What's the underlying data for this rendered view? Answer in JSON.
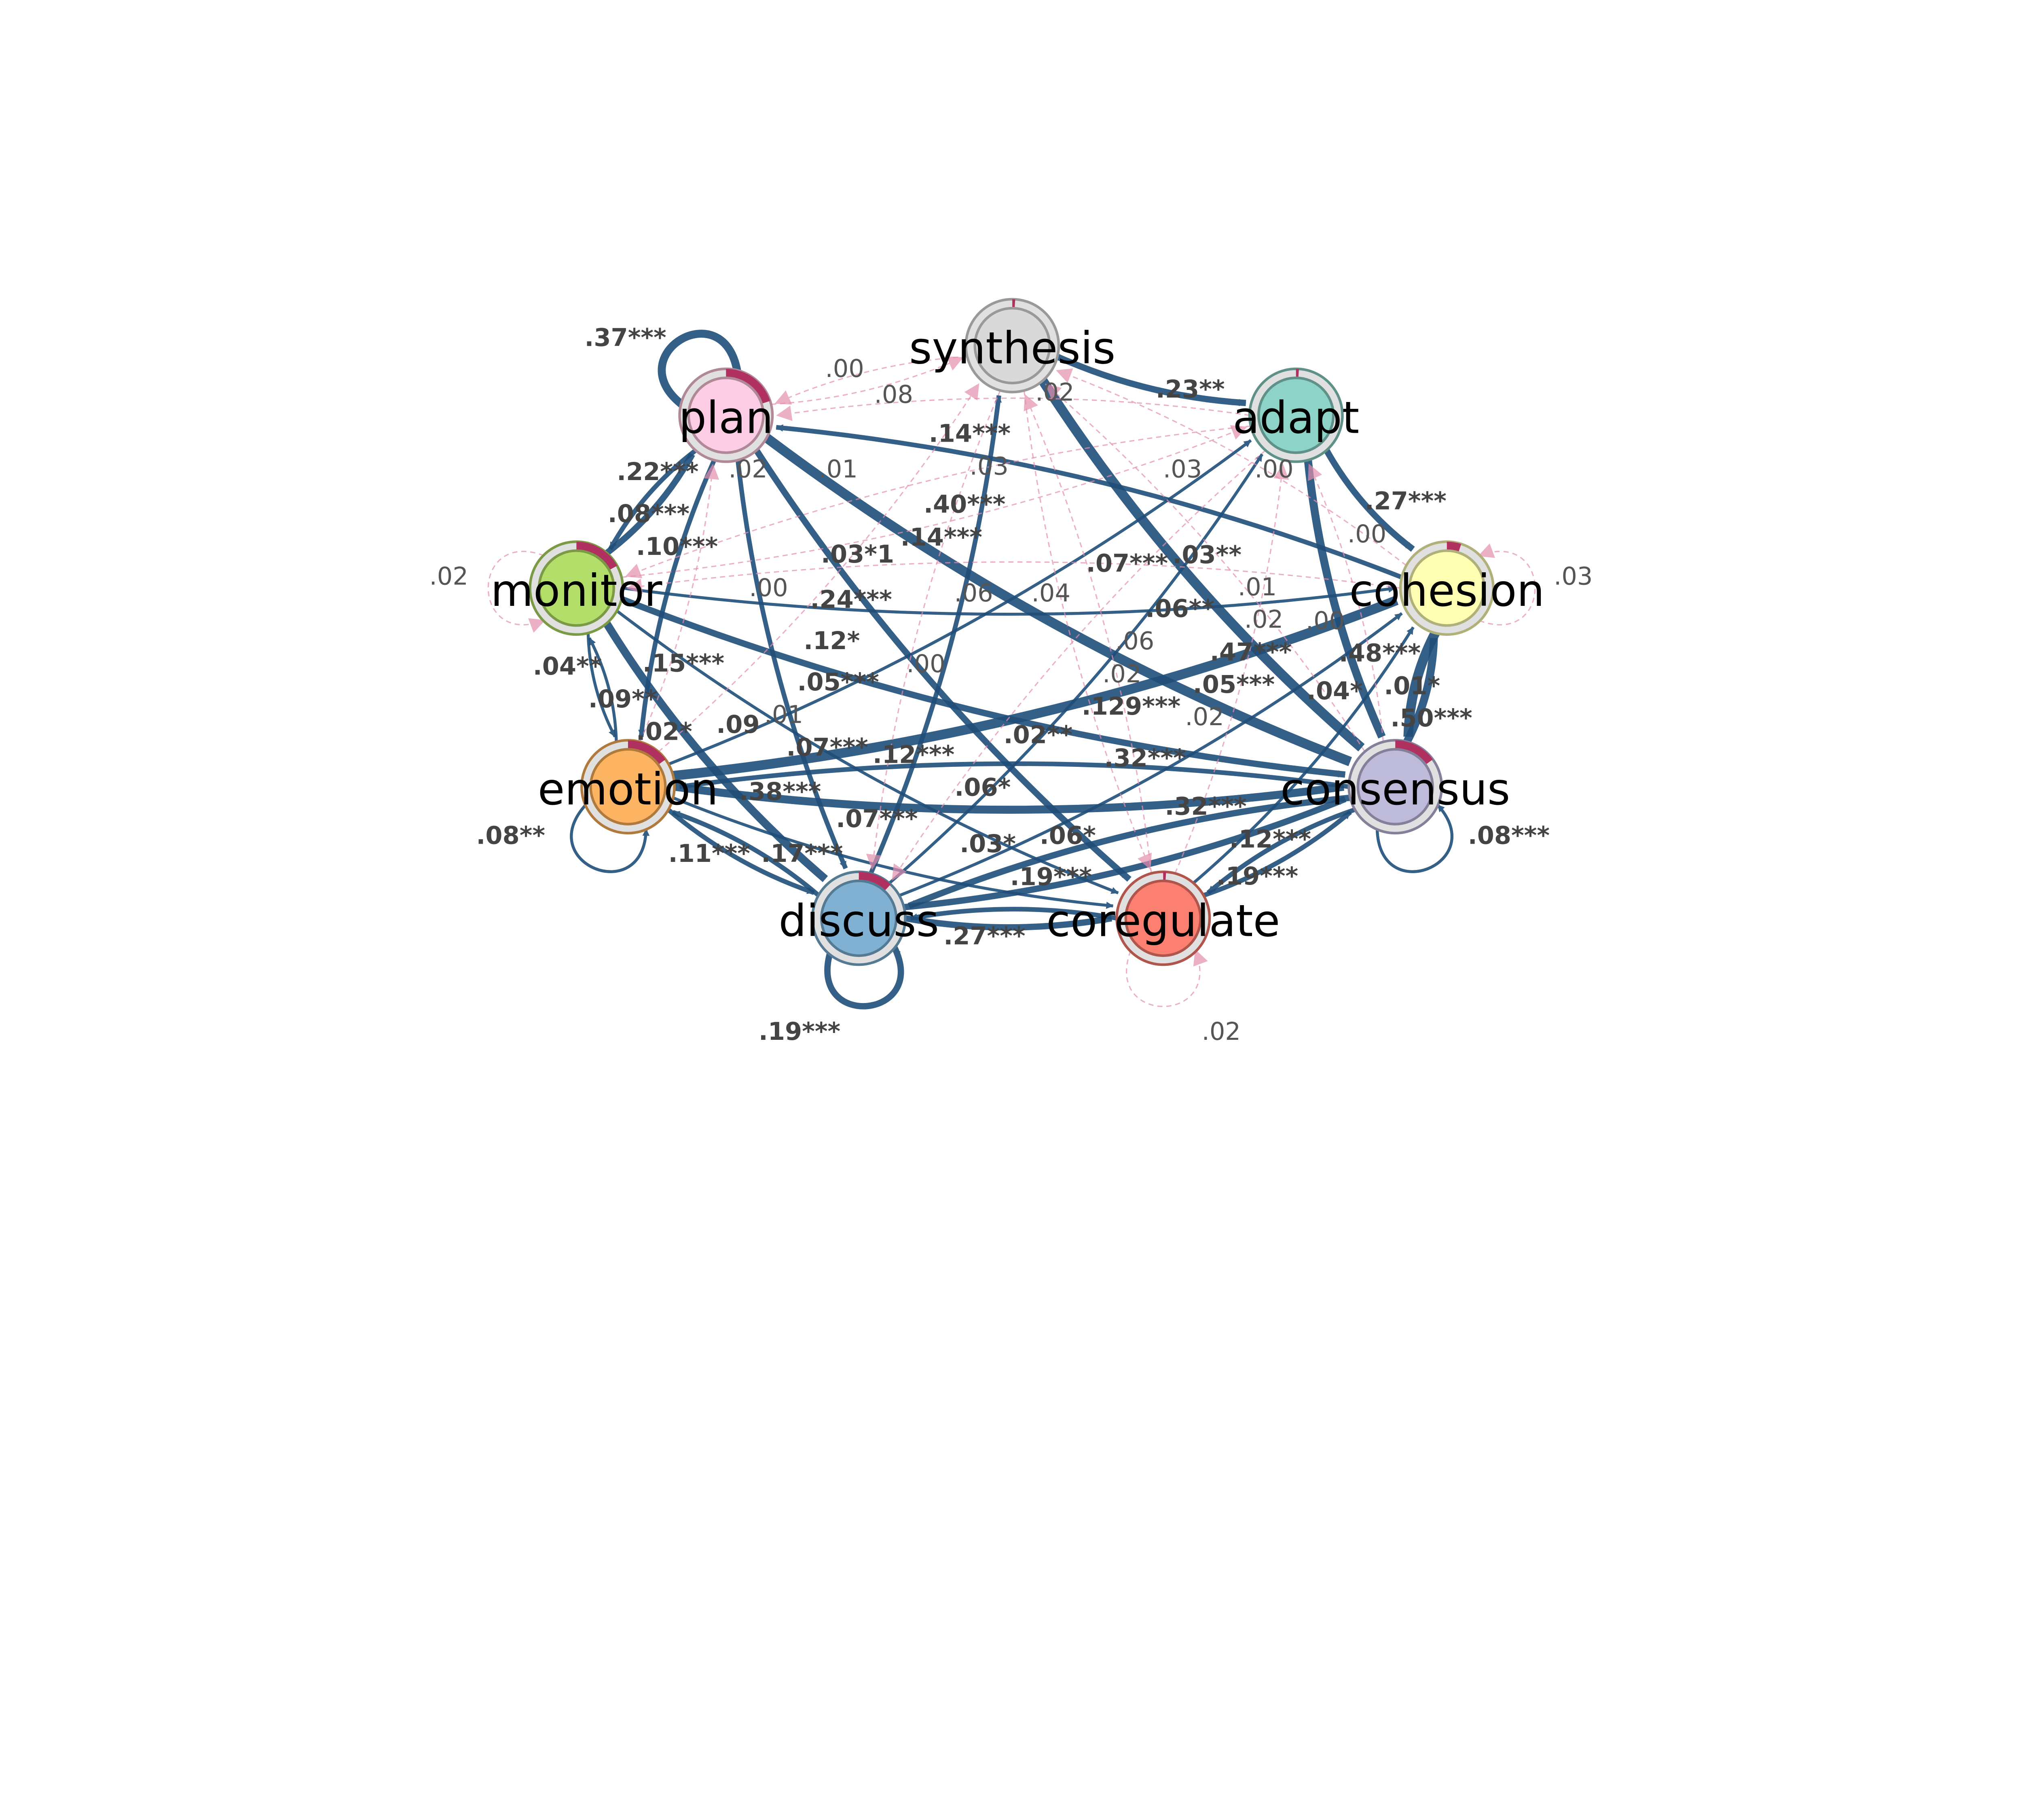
{
  "colors": {
    "strong_edge": "#1f4e79",
    "weak_edge": "#e58fae",
    "pie_arc": "#b03060",
    "ring": "#e0e0e0"
  },
  "nodes": [
    {
      "id": "synthesis",
      "label": "synthesis",
      "fill": "#d9d9d9",
      "border": "#999999",
      "pie": 0.01
    },
    {
      "id": "plan",
      "label": "plan",
      "fill": "#fccde5",
      "border": "#b08898",
      "pie": 0.2
    },
    {
      "id": "adapt",
      "label": "adapt",
      "fill": "#8dd3c7",
      "border": "#5f9189",
      "pie": 0.01
    },
    {
      "id": "monitor",
      "label": "monitor",
      "fill": "#b3de69",
      "border": "#7b9a45",
      "pie": 0.17
    },
    {
      "id": "cohesion",
      "label": "cohesion",
      "fill": "#ffffb3",
      "border": "#b0b07a",
      "pie": 0.05
    },
    {
      "id": "emotion",
      "label": "emotion",
      "fill": "#fdb462",
      "border": "#b07a3c",
      "pie": 0.15
    },
    {
      "id": "consensus",
      "label": "consensus",
      "fill": "#bebada",
      "border": "#84809a",
      "pie": 0.15
    },
    {
      "id": "discuss",
      "label": "discuss",
      "fill": "#80b1d3",
      "border": "#557a93",
      "pie": 0.12
    },
    {
      "id": "coregulate",
      "label": "coregulate",
      "fill": "#fb8072",
      "border": "#b0554c",
      "pie": 0.01
    }
  ],
  "edges": [
    {
      "from": "plan",
      "to": "plan",
      "w": 4,
      "sig": true
    },
    {
      "from": "emotion",
      "to": "emotion",
      "w": 1,
      "sig": true
    },
    {
      "from": "consensus",
      "to": "consensus",
      "w": 1,
      "sig": true
    },
    {
      "from": "discuss",
      "to": "discuss",
      "w": 3,
      "sig": true
    },
    {
      "from": "monitor",
      "to": "monitor",
      "w": 1,
      "sig": false
    },
    {
      "from": "cohesion",
      "to": "cohesion",
      "w": 1,
      "sig": false
    },
    {
      "from": "coregulate",
      "to": "coregulate",
      "w": 1,
      "sig": false
    },
    {
      "from": "synthesis",
      "to": "adapt",
      "w": 3,
      "sig": true
    },
    {
      "from": "adapt",
      "to": "cohesion",
      "w": 3,
      "sig": true
    },
    {
      "from": "cohesion",
      "to": "consensus",
      "w": 5,
      "sig": true
    },
    {
      "from": "consensus",
      "to": "cohesion",
      "w": 4,
      "sig": true
    },
    {
      "from": "plan",
      "to": "consensus",
      "w": 5,
      "sig": true
    },
    {
      "from": "cohesion",
      "to": "plan",
      "w": 2,
      "sig": true
    },
    {
      "from": "synthesis",
      "to": "consensus",
      "w": 5,
      "sig": true
    },
    {
      "from": "adapt",
      "to": "consensus",
      "w": 4,
      "sig": true
    },
    {
      "from": "monitor",
      "to": "plan",
      "w": 3,
      "sig": true
    },
    {
      "from": "plan",
      "to": "monitor",
      "w": 2,
      "sig": true
    },
    {
      "from": "emotion",
      "to": "consensus",
      "w": 4,
      "sig": true
    },
    {
      "from": "consensus",
      "to": "emotion",
      "w": 2,
      "sig": true
    },
    {
      "from": "emotion",
      "to": "cohesion",
      "w": 5,
      "sig": true
    },
    {
      "from": "monitor",
      "to": "discuss",
      "w": 4,
      "sig": true
    },
    {
      "from": "emotion",
      "to": "discuss",
      "w": 2,
      "sig": true
    },
    {
      "from": "discuss",
      "to": "emotion",
      "w": 2,
      "sig": true
    },
    {
      "from": "discuss",
      "to": "coregulate",
      "w": 3,
      "sig": true
    },
    {
      "from": "coregulate",
      "to": "discuss",
      "w": 2,
      "sig": true
    },
    {
      "from": "consensus",
      "to": "coregulate",
      "w": 2,
      "sig": true
    },
    {
      "from": "coregulate",
      "to": "consensus",
      "w": 2,
      "sig": true
    },
    {
      "from": "discuss",
      "to": "consensus",
      "w": 3,
      "sig": true
    },
    {
      "from": "consensus",
      "to": "discuss",
      "w": 3,
      "sig": true
    },
    {
      "from": "plan",
      "to": "coregulate",
      "w": 3,
      "sig": true
    },
    {
      "from": "plan",
      "to": "emotion",
      "w": 2,
      "sig": true
    },
    {
      "from": "monitor",
      "to": "emotion",
      "w": 1,
      "sig": true
    },
    {
      "from": "emotion",
      "to": "monitor",
      "w": 1,
      "sig": true
    },
    {
      "from": "monitor",
      "to": "consensus",
      "w": 3,
      "sig": true
    },
    {
      "from": "plan",
      "to": "discuss",
      "w": 2,
      "sig": true
    },
    {
      "from": "discuss",
      "to": "synthesis",
      "w": 2,
      "sig": true
    },
    {
      "from": "emotion",
      "to": "adapt",
      "w": 1,
      "sig": true
    },
    {
      "from": "discuss",
      "to": "adapt",
      "w": 1,
      "sig": true
    },
    {
      "from": "monitor",
      "to": "cohesion",
      "w": 1,
      "sig": true
    },
    {
      "from": "discuss",
      "to": "cohesion",
      "w": 1,
      "sig": true
    },
    {
      "from": "coregulate",
      "to": "cohesion",
      "w": 1,
      "sig": true
    },
    {
      "from": "emotion",
      "to": "coregulate",
      "w": 1,
      "sig": true
    },
    {
      "from": "monitor",
      "to": "coregulate",
      "w": 1,
      "sig": true
    },
    {
      "from": "plan",
      "to": "synthesis",
      "w": 1,
      "sig": false
    },
    {
      "from": "synthesis",
      "to": "plan",
      "w": 1,
      "sig": false
    },
    {
      "from": "adapt",
      "to": "plan",
      "w": 1,
      "sig": false
    },
    {
      "from": "emotion",
      "to": "synthesis",
      "w": 1,
      "sig": false
    },
    {
      "from": "consensus",
      "to": "synthesis",
      "w": 1,
      "sig": false
    },
    {
      "from": "coregulate",
      "to": "synthesis",
      "w": 1,
      "sig": false
    },
    {
      "from": "cohesion",
      "to": "synthesis",
      "w": 1,
      "sig": false
    },
    {
      "from": "consensus",
      "to": "adapt",
      "w": 1,
      "sig": false
    },
    {
      "from": "coregulate",
      "to": "adapt",
      "w": 1,
      "sig": false
    },
    {
      "from": "monitor",
      "to": "adapt",
      "w": 1,
      "sig": false
    },
    {
      "from": "emotion",
      "to": "plan",
      "w": 1,
      "sig": false
    },
    {
      "from": "synthesis",
      "to": "discuss",
      "w": 1,
      "sig": false
    },
    {
      "from": "synthesis",
      "to": "coregulate",
      "w": 1,
      "sig": false
    },
    {
      "from": "adapt",
      "to": "discuss",
      "w": 1,
      "sig": false
    },
    {
      "from": "cohesion",
      "to": "monitor",
      "w": 1,
      "sig": false
    },
    {
      "from": "adapt",
      "to": "monitor",
      "w": 1,
      "sig": false
    }
  ],
  "edge_labels": [
    {
      "text": ".37***",
      "sig": true
    },
    {
      "text": ".00",
      "sig": false
    },
    {
      "text": ".08",
      "sig": false
    },
    {
      "text": ".02",
      "sig": false
    },
    {
      "text": ".23**",
      "sig": true
    },
    {
      "text": ".14***",
      "sig": true
    },
    {
      "text": ".03",
      "sig": false
    },
    {
      "text": ".22***",
      "sig": true
    },
    {
      "text": ".02",
      "sig": false
    },
    {
      "text": ".01",
      "sig": false
    },
    {
      "text": ".03",
      "sig": false
    },
    {
      "text": ".00",
      "sig": false
    },
    {
      "text": ".27***",
      "sig": true
    },
    {
      "text": ".00",
      "sig": false
    },
    {
      "text": ".40***",
      "sig": true
    },
    {
      "text": ".14***",
      "sig": true
    },
    {
      "text": ".08***",
      "sig": true
    },
    {
      "text": ".10***",
      "sig": true
    },
    {
      "text": ".03*1",
      "sig": true
    },
    {
      "text": ".07***",
      "sig": true
    },
    {
      "text": ".03**",
      "sig": true
    },
    {
      "text": ".02",
      "sig": false
    },
    {
      "text": ".03",
      "sig": false
    },
    {
      "text": ".00",
      "sig": false
    },
    {
      "text": ".24***",
      "sig": true
    },
    {
      "text": ".06",
      "sig": false
    },
    {
      "text": ".04",
      "sig": false
    },
    {
      "text": ".01",
      "sig": false
    },
    {
      "text": ".06**",
      "sig": true
    },
    {
      "text": ".12*",
      "sig": true
    },
    {
      "text": ".02",
      "sig": false
    },
    {
      "text": ".00",
      "sig": false
    },
    {
      "text": ".06",
      "sig": false
    },
    {
      "text": ".47***",
      "sig": true
    },
    {
      "text": ".48***",
      "sig": true
    },
    {
      "text": ".01*",
      "sig": true
    },
    {
      "text": ".15***",
      "sig": true
    },
    {
      "text": ".00",
      "sig": false
    },
    {
      "text": ".04**",
      "sig": true
    },
    {
      "text": ".05***",
      "sig": true
    },
    {
      "text": ".02",
      "sig": false
    },
    {
      "text": ".05***",
      "sig": true
    },
    {
      "text": ".129***",
      "sig": true
    },
    {
      "text": ".02",
      "sig": false
    },
    {
      "text": ".04*",
      "sig": true
    },
    {
      "text": ".09**",
      "sig": true
    },
    {
      "text": ".02*",
      "sig": true
    },
    {
      "text": ".09",
      "sig": true
    },
    {
      "text": ".01",
      "sig": false
    },
    {
      "text": ".50***",
      "sig": true
    },
    {
      "text": ".02**",
      "sig": true
    },
    {
      "text": ".07***",
      "sig": true
    },
    {
      "text": ".12***",
      "sig": true
    },
    {
      "text": ".32***",
      "sig": true
    },
    {
      "text": ".38***",
      "sig": true
    },
    {
      "text": ".06*",
      "sig": true
    },
    {
      "text": ".32***",
      "sig": true
    },
    {
      "text": ".12***",
      "sig": true
    },
    {
      "text": ".07***",
      "sig": true
    },
    {
      "text": ".08**",
      "sig": true
    },
    {
      "text": ".08***",
      "sig": true
    },
    {
      "text": ".06*",
      "sig": true
    },
    {
      "text": ".03*",
      "sig": true
    },
    {
      "text": ".11***",
      "sig": true
    },
    {
      "text": ".17***",
      "sig": true
    },
    {
      "text": ".19***",
      "sig": true
    },
    {
      "text": ".19***",
      "sig": true
    },
    {
      "text": ".27***",
      "sig": true
    },
    {
      "text": ".19***",
      "sig": true
    },
    {
      "text": ".02",
      "sig": false
    }
  ]
}
